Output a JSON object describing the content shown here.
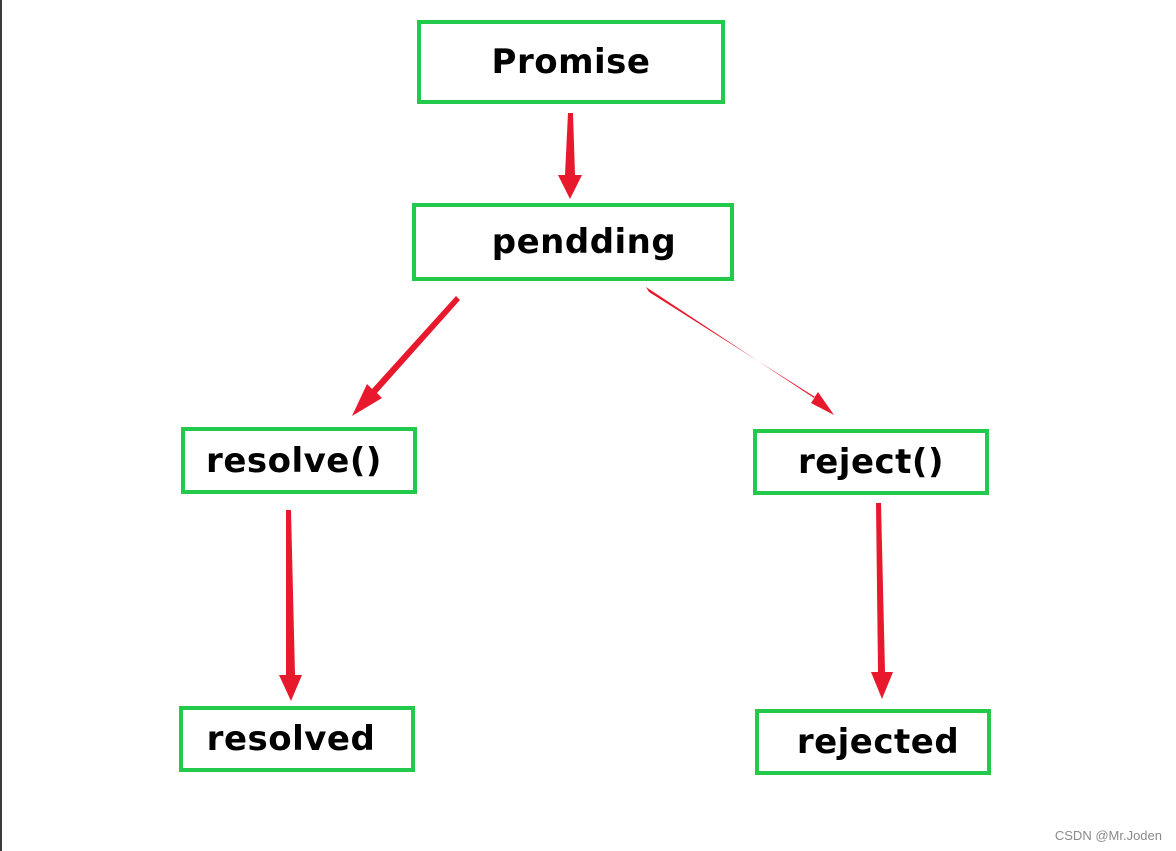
{
  "diagram": {
    "nodes": {
      "promise": "Promise",
      "pending": "pendding",
      "resolve": "resolve()",
      "reject": "reject()",
      "resolved": "resolved",
      "rejected": "rejected"
    },
    "edges": [
      {
        "from": "promise",
        "to": "pending"
      },
      {
        "from": "pending",
        "to": "resolve"
      },
      {
        "from": "pending",
        "to": "reject"
      },
      {
        "from": "resolve",
        "to": "resolved"
      },
      {
        "from": "reject",
        "to": "rejected"
      }
    ],
    "colors": {
      "node_border": "#22c94a",
      "arrow": "#e8192c",
      "text": "#000000"
    }
  },
  "watermark": "CSDN @Mr.Joden"
}
